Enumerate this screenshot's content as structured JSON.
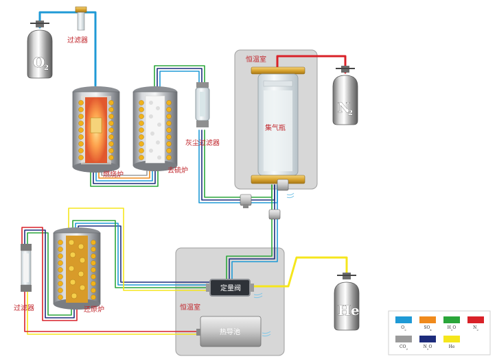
{
  "labels": {
    "filter_top": "过滤器",
    "combustion_furnace": "燃烧炉",
    "desulfurization_furnace": "去硫炉",
    "dust_filter": "灰尘过滤器",
    "thermostat_top": "恒温室",
    "collection_bottle": "集气瓶",
    "filter_left": "过滤器",
    "reduction_furnace": "还原炉",
    "thermostat_bottom": "恒温室",
    "dosing_valve": "定量阀",
    "thermal_cell": "热导池"
  },
  "gases": {
    "o2": {
      "main": "O",
      "sub": "2"
    },
    "n2": {
      "main": "N",
      "sub": "2"
    },
    "he": {
      "main": "He"
    }
  },
  "legend": [
    {
      "name": "O2",
      "main": "O",
      "sub": "2",
      "color": "#1f9ad6"
    },
    {
      "name": "SOx",
      "main": "SO",
      "sub": "x",
      "color": "#f08a1c"
    },
    {
      "name": "H2O",
      "main": "H",
      "sub": "2",
      "after": "O",
      "color": "#2aa63a"
    },
    {
      "name": "N2",
      "main": "N",
      "sub": "2",
      "color": "#d92128"
    },
    {
      "name": "CO2",
      "main": "CO",
      "sub": "2",
      "color": "#9b9b9b"
    },
    {
      "name": "N2O",
      "main": "N",
      "sub": "2",
      "after": "O",
      "color": "#1d2c7c"
    },
    {
      "name": "He",
      "main": "He",
      "color": "#f5e61c"
    }
  ]
}
